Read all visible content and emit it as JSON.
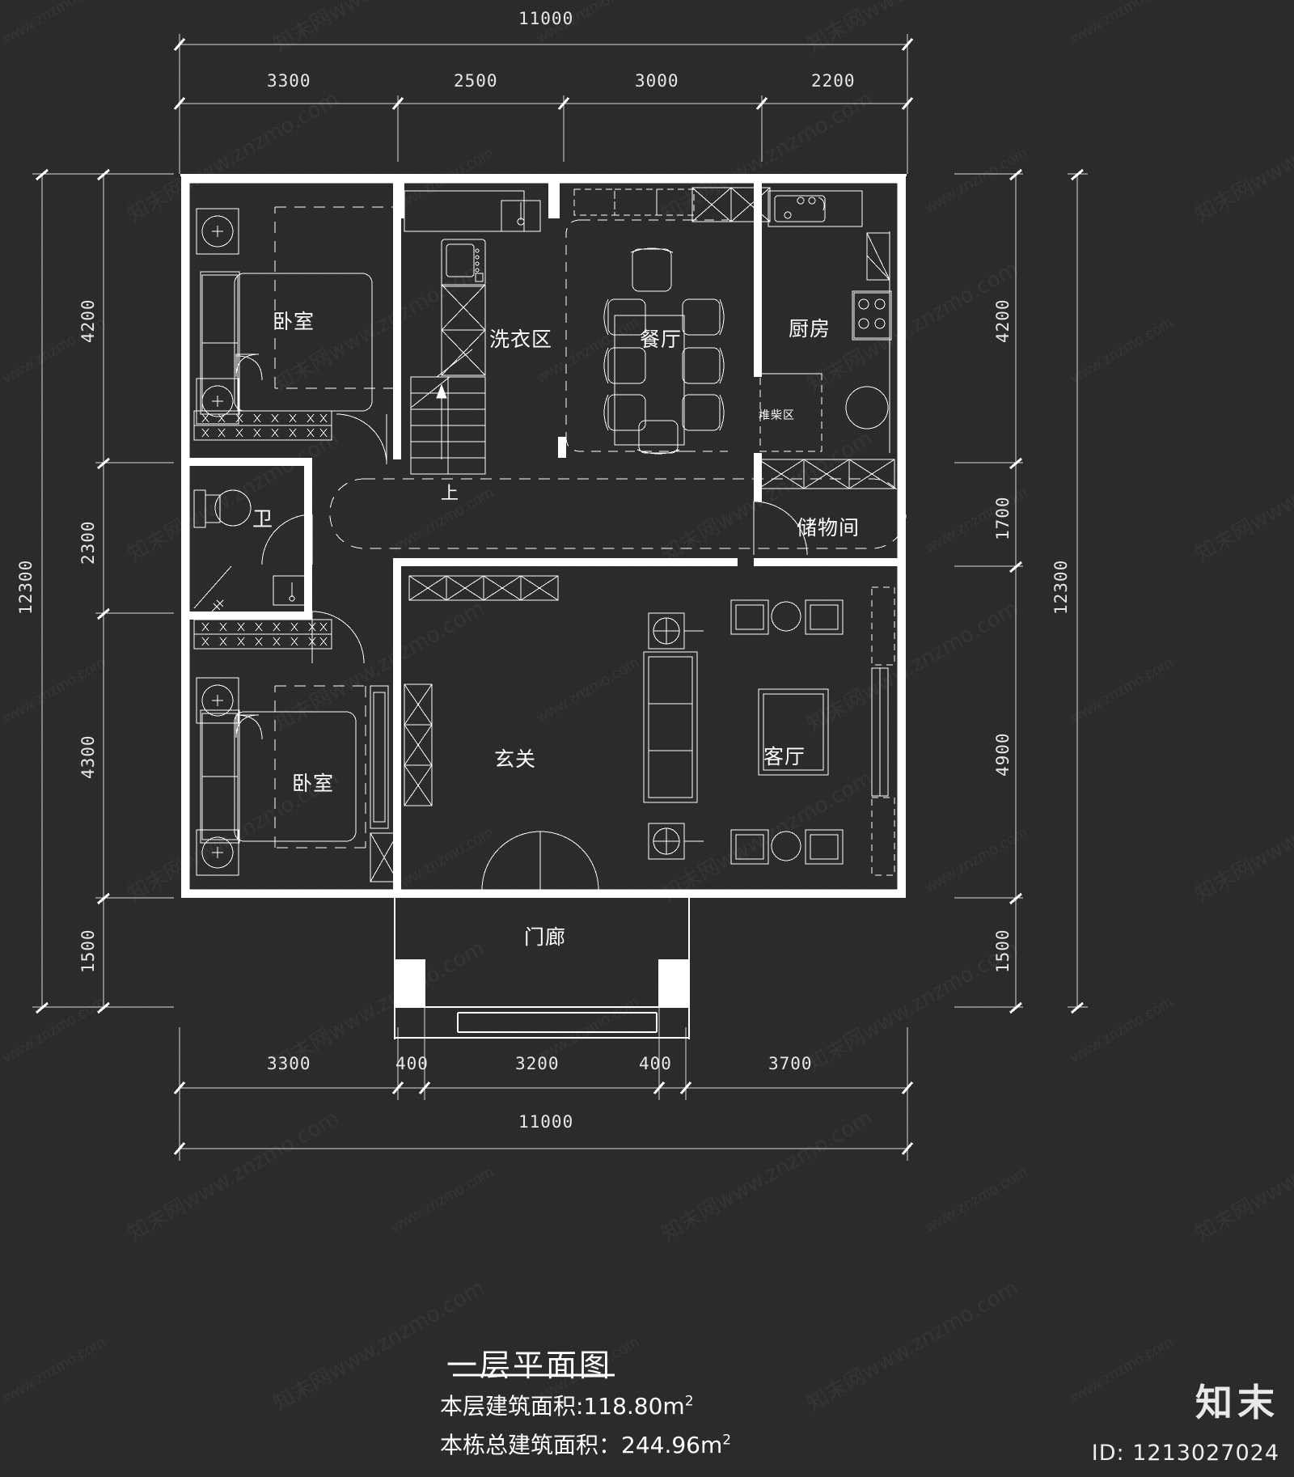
{
  "drawing": {
    "title": "一层平面图",
    "area_floor": "本层建筑面积:118.80m",
    "area_floor_sup": "2",
    "area_total": "本栋总建筑面积：244.96m",
    "area_total_sup": "2",
    "brand": "知末",
    "id_label": "ID: 1213027024",
    "background_color": "#2b2b2b",
    "line_color": "#ffffff"
  },
  "rooms": [
    {
      "key": "bedroom_top",
      "label": "卧室"
    },
    {
      "key": "laundry",
      "label": "洗衣区"
    },
    {
      "key": "dining",
      "label": "餐厅"
    },
    {
      "key": "kitchen",
      "label": "厨房"
    },
    {
      "key": "firewood",
      "label": "堆柴区"
    },
    {
      "key": "bathroom",
      "label": "卫"
    },
    {
      "key": "storage",
      "label": "储物间"
    },
    {
      "key": "bedroom_bottom",
      "label": "卧室"
    },
    {
      "key": "foyer",
      "label": "玄关"
    },
    {
      "key": "living",
      "label": "客厅"
    },
    {
      "key": "porch",
      "label": "门廊"
    },
    {
      "key": "stair_up",
      "label": "上"
    }
  ],
  "dimensions": {
    "top_overall": "11000",
    "top_chain": [
      "3300",
      "2500",
      "3000",
      "2200"
    ],
    "bottom_overall": "11000",
    "bottom_chain": [
      "3300",
      "400",
      "3200",
      "400",
      "3700"
    ],
    "left_overall": "12300",
    "left_chain": [
      "4200",
      "2300",
      "4300",
      "1500"
    ],
    "right_overall": "12300",
    "right_chain": [
      "4200",
      "1700",
      "4900",
      "1500"
    ]
  },
  "watermarks": {
    "text_a": "www.znzmo.com",
    "text_b": "知末网www.znzmo.com"
  }
}
